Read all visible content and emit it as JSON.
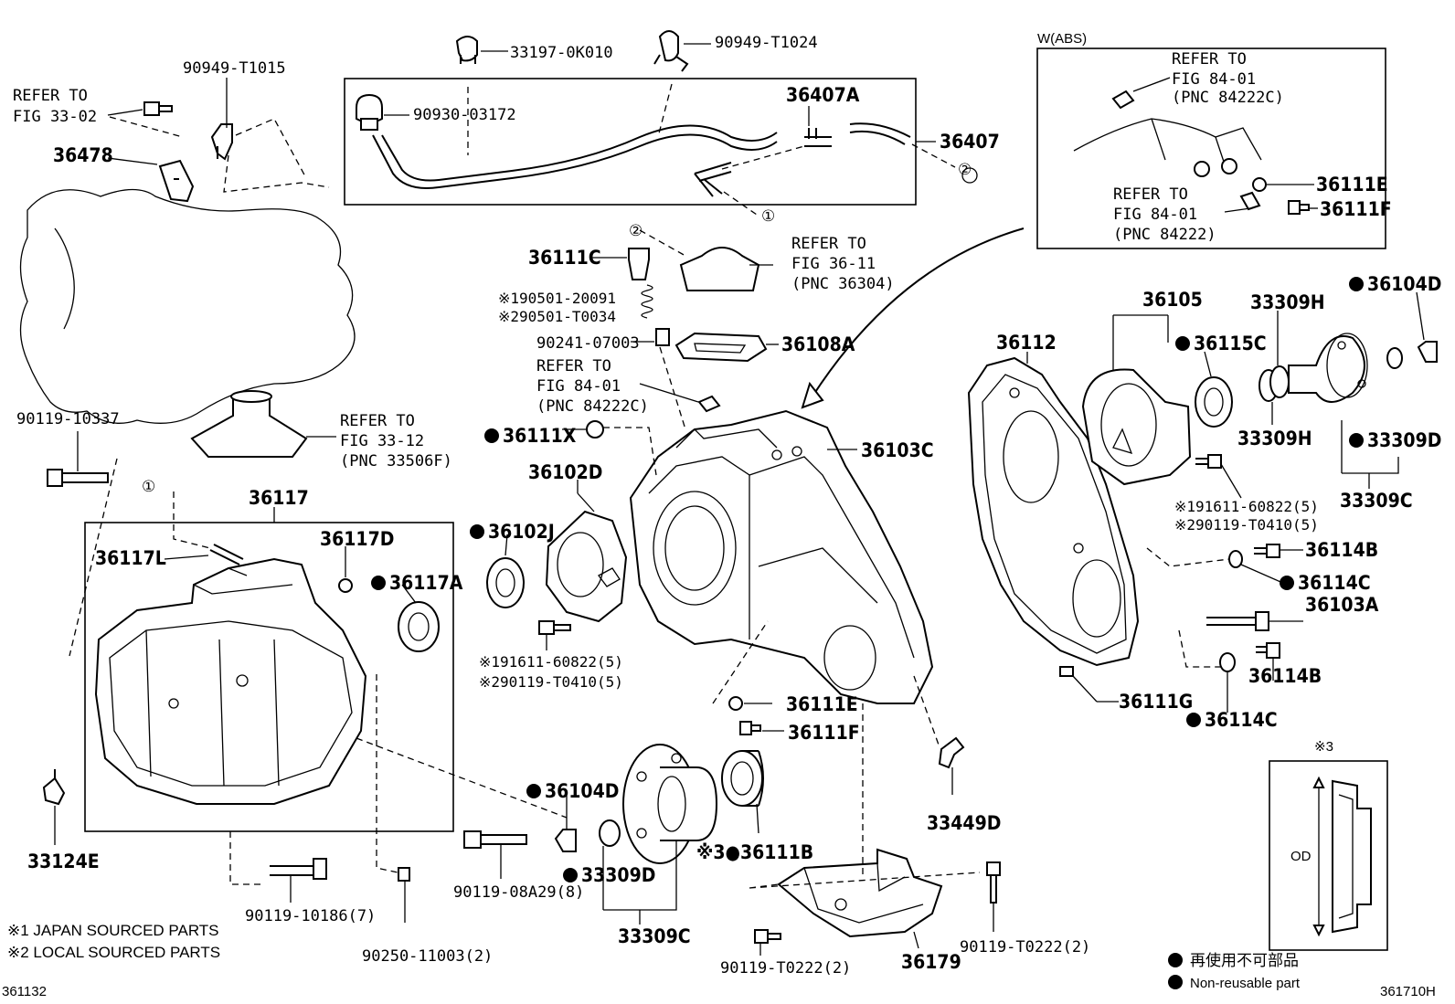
{
  "footer": {
    "left_id": "361132",
    "right_id": "361710H",
    "note1": "※1 JAPAN SOURCED PARTS",
    "note2": "※2 LOCAL SOURCED PARTS"
  },
  "legend": {
    "jp": "再使用不可部品",
    "en": "Non-reusable part"
  },
  "inset_abs": {
    "title": "W(ABS)"
  },
  "inset_seal": {
    "title": "※3",
    "od_label": "OD"
  },
  "callouts": {
    "one": "①",
    "two": "②"
  },
  "labels": {
    "p33197": "33197-0K010",
    "p90949a": "90949-T1024",
    "p90949b": "90949-T1015",
    "ref3302_a": "REFER TO",
    "ref3302_b": "FIG 33-02",
    "p36478": "36478",
    "p90930": "90930-03172",
    "p36407A": "36407A",
    "p36407": "36407",
    "ref8401a_a": "REFER TO",
    "ref8401a_b": "FIG 84-01",
    "ref8401a_c": "(PNC 84222C)",
    "p36111E_abs": "36111E",
    "ref8401b_a": "REFER TO",
    "ref8401b_b": "FIG 84-01",
    "ref8401b_c": "(PNC 84222)",
    "p36111F_abs": "36111F",
    "p36111C": "36111C",
    "ref3611_a": "REFER TO",
    "ref3611_b": "FIG 36-11",
    "ref3611_c": "(PNC 36304)",
    "p190501": "※190501-20091",
    "p290501": "※290501-T0034",
    "p90241": "90241-07003",
    "p36108A": "36108A",
    "ref8401c_a": "REFER TO",
    "ref8401c_b": "FIG 84-01",
    "ref8401c_c": "(PNC 84222C)",
    "p90119_10337": "90119-10337",
    "ref3312_a": "REFER TO",
    "ref3312_b": "FIG 33-12",
    "ref3312_c": "(PNC 33506F)",
    "p36111X": "36111X",
    "p36102D": "36102D",
    "p36103C": "36103C",
    "p36102J": "36102J",
    "p36117": "36117",
    "p36117D": "36117D",
    "p36117L": "36117L",
    "p36117A": "36117A",
    "p191611_a": "※191611-60822(5)",
    "p290119_a": "※290119-T0410(5)",
    "p36105": "36105",
    "p33309H_top": "33309H",
    "p36104D_top": "36104D",
    "p36112": "36112",
    "p36115C": "36115C",
    "p33309H_b": "33309H",
    "p33309D_r": "33309D",
    "p33309C_r": "33309C",
    "p191611_b": "※191611-60822(5)",
    "p290119_b": "※290119-T0410(5)",
    "p36114B_a": "36114B",
    "p36114C_a": "36114C",
    "p36103A": "36103A",
    "p36114B_b": "36114B",
    "p36111G": "36111G",
    "p36114C_b": "36114C",
    "p36111E": "36111E",
    "p36111F": "36111F",
    "p36104D_b": "36104D",
    "p33309D_b": "33309D",
    "p33309C_b": "33309C",
    "p36111B": "※3●36111B",
    "p33449D": "33449D",
    "p33124E": "33124E",
    "p90119_10186": "90119-10186(7)",
    "p90250": "90250-11003(2)",
    "p90119_08A29": "90119-08A29(8)",
    "p90119_T0222a": "90119-T0222(2)",
    "p90119_T0222b": "90119-T0222(2)",
    "p36179": "36179"
  }
}
